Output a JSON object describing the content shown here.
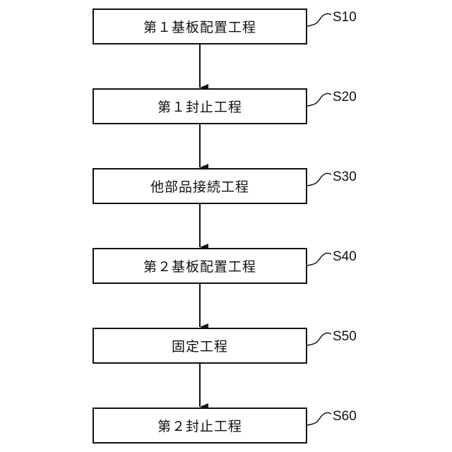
{
  "flowchart": {
    "steps": [
      {
        "text": "第１基板配置工程",
        "label": "S10"
      },
      {
        "text": "第１封止工程",
        "label": "S20"
      },
      {
        "text": "他部品接続工程",
        "label": "S30"
      },
      {
        "text": "第２基板配置工程",
        "label": "S40"
      },
      {
        "text": "固定工程",
        "label": "S50"
      },
      {
        "text": "第２封止工程",
        "label": "S60"
      }
    ]
  }
}
